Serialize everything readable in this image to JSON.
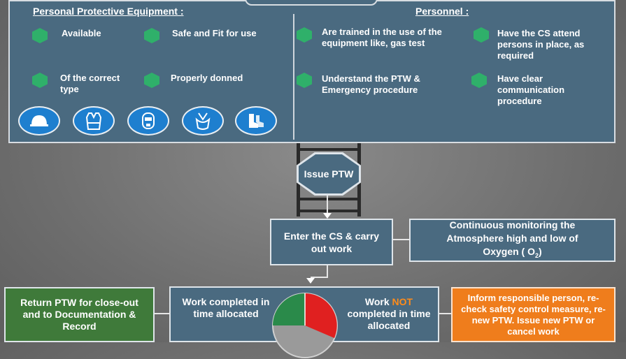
{
  "colors": {
    "panel": "#4a6a80",
    "hex_bullet": "#2fb06a",
    "ppe_icon_bg": "#1e7fcf",
    "green_box": "#3f7a3a",
    "orange_box": "#ef7d1c",
    "not_highlight": "#ff8c1a",
    "pie_green": "#2a8a4a",
    "pie_red": "#e02020",
    "pie_grey": "#9a9a9a"
  },
  "ppe": {
    "heading": "Personal Protective Equipment :",
    "items": [
      "Available",
      "Safe and Fit for use",
      "Of the correct type",
      "Properly donned"
    ],
    "icons": [
      "helmet-icon",
      "vest-icon",
      "face-mask-icon",
      "harness-icon",
      "boots-icon"
    ]
  },
  "personnel": {
    "heading": "Personnel :",
    "items": [
      "Are trained in the use of the equipment like, gas test",
      "Have the CS attend persons in place, as required",
      "Understand the PTW & Emergency procedure",
      "Have clear communication procedure"
    ]
  },
  "flow": {
    "issue_ptw": "Issue PTW",
    "enter": "Enter the CS & carry out work",
    "monitoring_line1": "Continuous monitoring the",
    "monitoring_line2": "Atmosphere high and low of",
    "monitoring_line3_prefix": "Oxygen ( O",
    "monitoring_subscript": "2",
    "monitoring_line3_suffix": ")",
    "return_ptw": "Return PTW for close-out and to Documentation & Record",
    "work_completed": "Work completed in time allocated",
    "work_not_prefix": "Work ",
    "work_not_highlight": "NOT",
    "work_not_suffix": "completed in time allocated",
    "inform": "Inform responsible person, re-check safety control measure, re-new PTW. Issue new PTW or cancel work"
  }
}
